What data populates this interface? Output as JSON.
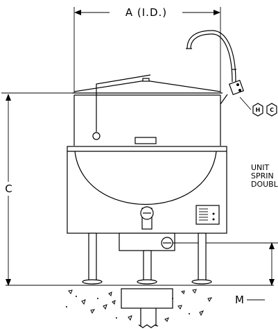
{
  "dimensions": {
    "a_label": "A (I.D.)",
    "c_label": "C",
    "m_label": "M"
  },
  "connections": {
    "hot_label": "H",
    "cold_label": "C"
  },
  "note": {
    "line1": "UNIT",
    "line2": "SPRIN",
    "line3": "DOUBL"
  }
}
